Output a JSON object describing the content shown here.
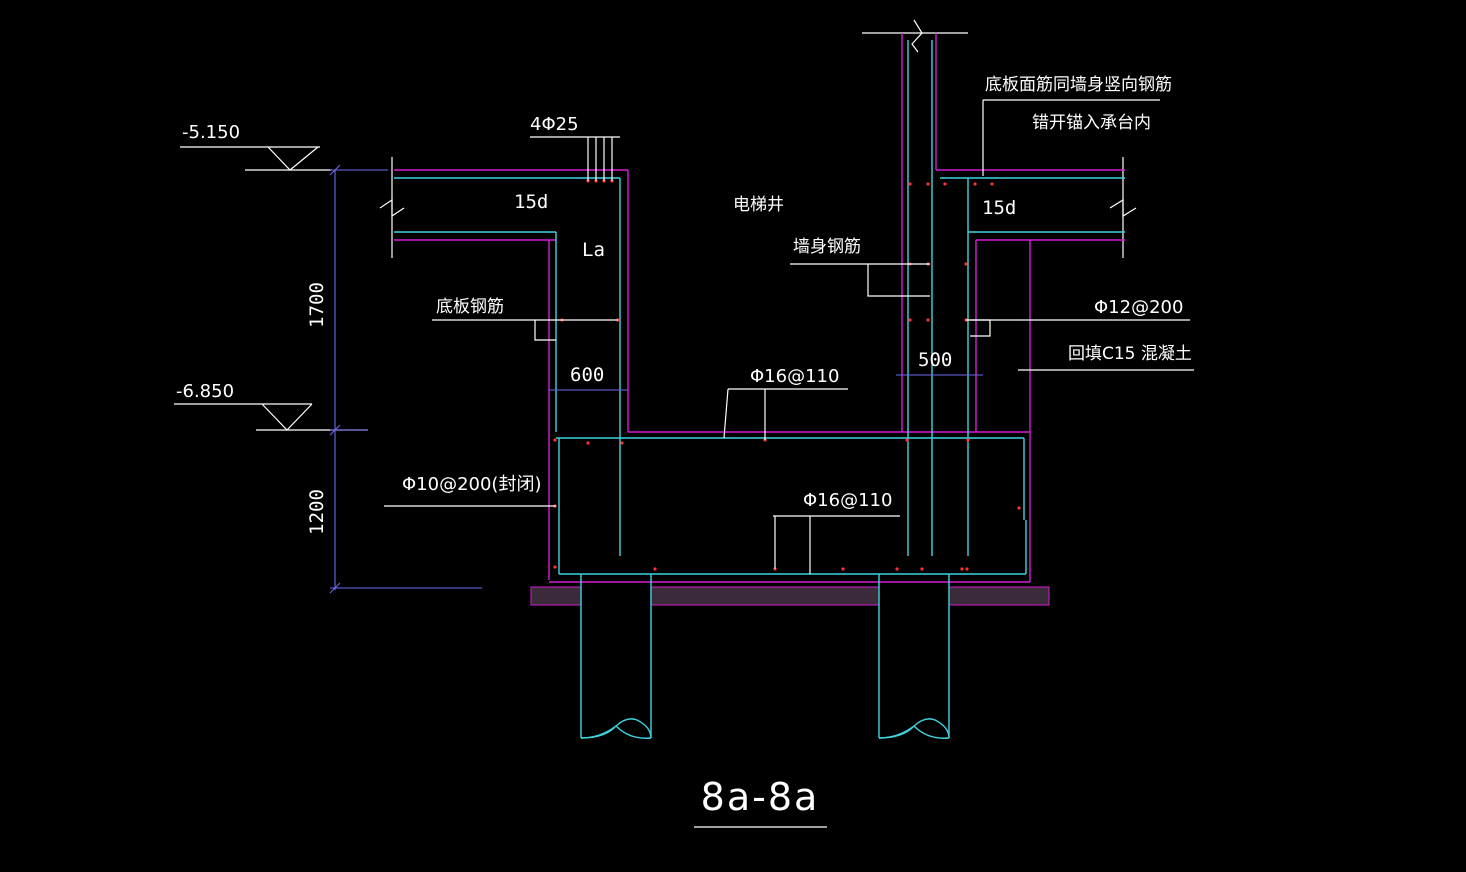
{
  "drawing": {
    "title": "8a-8a",
    "elevations": {
      "top": "-5.150",
      "bottom": "-6.850"
    },
    "dimensions": {
      "vertical_upper": "1700",
      "vertical_lower": "1200",
      "left_width": "600",
      "right_width": "500"
    },
    "annotations": {
      "rebar_4phi25": "4Φ25",
      "anchor_left": "15d",
      "anchor_right": "15d",
      "la": "La",
      "elevator_shaft": "电梯井",
      "slab_rebar": "底板钢筋",
      "wall_rebar": "墙身钢筋",
      "top_note_1": "底板面筋同墙身竖向钢筋",
      "top_note_2": "错开锚入承台内",
      "phi12": "Φ12@200",
      "backfill": "回填C15 混凝土",
      "phi16_top": "Φ16@110",
      "phi16_bottom": "Φ16@110",
      "stirrup": "Φ10@200(封闭)"
    },
    "colors": {
      "background": "#000000",
      "concrete_outline": "#d21ed2",
      "rebar": "#3fd3e0",
      "leader": "#ffffff",
      "dimension": "#6a6af0",
      "rebar_dot": "#ff3030"
    }
  }
}
